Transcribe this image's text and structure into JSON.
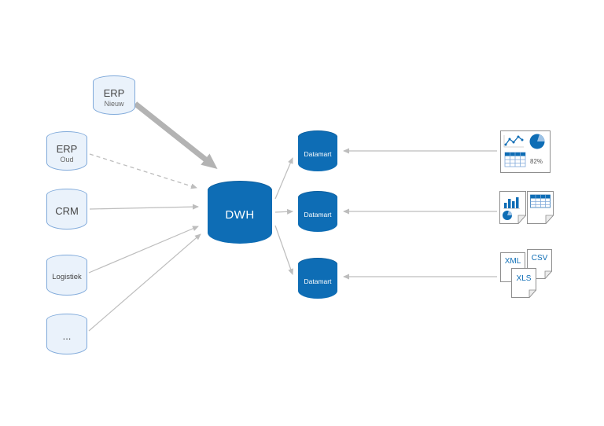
{
  "diagram": {
    "sources": [
      {
        "title": "ERP",
        "subtitle": "Nieuw"
      },
      {
        "title": "ERP",
        "subtitle": "Oud"
      },
      {
        "title": "CRM",
        "subtitle": ""
      },
      {
        "title": "Logistiek",
        "subtitle": ""
      },
      {
        "title": "...",
        "subtitle": ""
      }
    ],
    "warehouse": {
      "label": "DWH"
    },
    "datamarts": [
      {
        "label": "Datamart"
      },
      {
        "label": "Datamart"
      },
      {
        "label": "Datamart"
      }
    ],
    "outputs": {
      "report": {
        "percent": "82%"
      },
      "files": [
        {
          "label": "XML"
        },
        {
          "label": "CSV"
        },
        {
          "label": "XLS"
        }
      ]
    },
    "colors": {
      "primary_blue": "#0e6db5",
      "light_fill": "#eaf2fb",
      "light_stroke": "#7fa9da",
      "arrow_gray": "#bdbdbd",
      "thick_arrow_gray": "#b3b3b3"
    }
  }
}
